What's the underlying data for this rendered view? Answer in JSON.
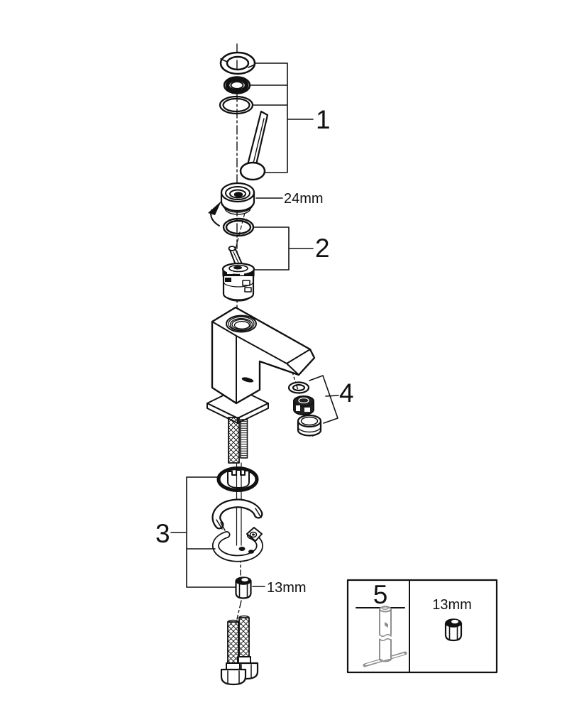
{
  "diagram": {
    "type": "exploded-parts-diagram",
    "callouts": {
      "part1": "1",
      "part2": "2",
      "part3": "3",
      "part4": "4",
      "part5": "5"
    },
    "dimensions": {
      "cap_nut_size": "24mm",
      "mounting_nut_size": "13mm",
      "tool_nut_size": "13mm"
    },
    "colors": {
      "line": "#111111",
      "background": "#ffffff",
      "tool_gray": "#8f8f8f"
    },
    "parts": {
      "group1": [
        "retaining-ring",
        "thick-seal-ring",
        "o-ring",
        "lever-handle"
      ],
      "cap": "cap-nut",
      "group2": [
        "cartridge-o-ring",
        "cartridge"
      ],
      "body": [
        "faucet-body",
        "escutcheon-plate",
        "supply-hose",
        "threaded-rod"
      ],
      "group4": [
        "washer",
        "aerator-insert",
        "aerator-housing"
      ],
      "group3": [
        "seal-ring-insert",
        "mounting-wedge",
        "horseshoe-washer",
        "mounting-nut"
      ],
      "bottom": [
        "supply-hoses-with-nuts"
      ],
      "detail_box": [
        "socket-wrench-tool",
        "hex-nut"
      ]
    }
  }
}
